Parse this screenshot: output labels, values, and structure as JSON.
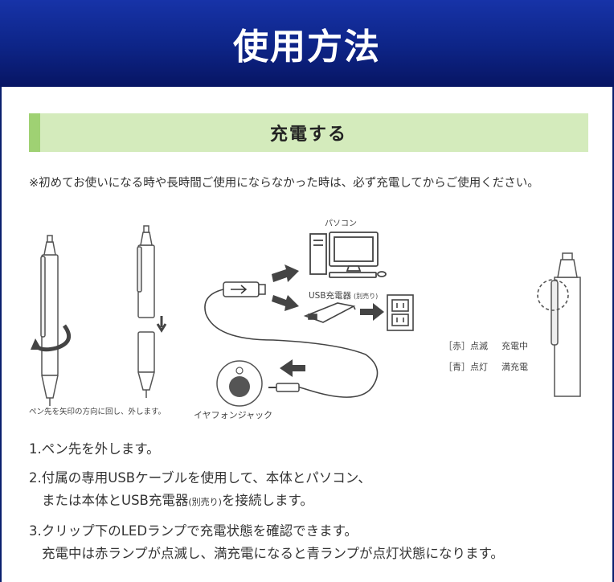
{
  "header": {
    "title": "使用方法"
  },
  "section": {
    "title": "充電する"
  },
  "note": "※初めてお使いになる時や長時間ご使用にならなかった時は、必ず充電してからご使用ください。",
  "illustration": {
    "pen_caption": "ペン先を矢印の方向に回し、外します。",
    "pc_label": "パソコン",
    "usb_charger_label": "USB充電器",
    "usb_charger_note": "(別売り)",
    "earphone_jack_label": "イヤフォンジャック",
    "led_red_label": "［赤］点滅",
    "led_red_status": "充電中",
    "led_blue_label": "［青］点灯",
    "led_blue_status": "満充電"
  },
  "steps": {
    "step1": "1.ペン先を外します。",
    "step2_line1": "2.付属の専用USBケーブルを使用して、本体とパソコン、",
    "step2_line2_a": "または本体とUSB充電器",
    "step2_line2_small": "(別売り)",
    "step2_line2_b": "を接続します。",
    "step3_line1": "3.クリップ下のLEDランプで充電状態を確認できます。",
    "step3_line2": "充電中は赤ランプが点滅し、満充電になると青ランプが点灯状態になります。"
  }
}
